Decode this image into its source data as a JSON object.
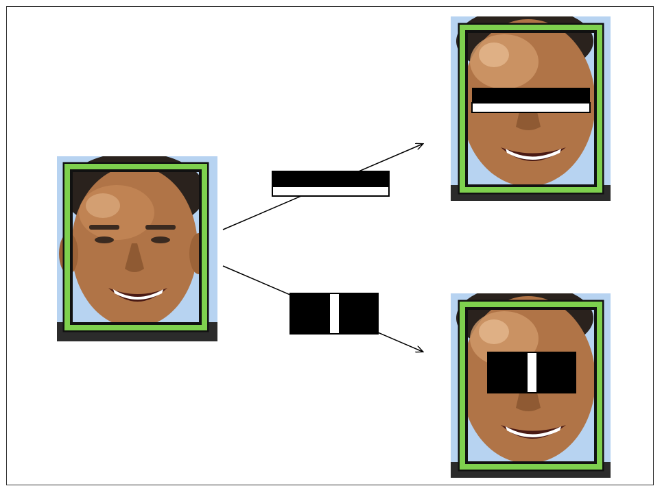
{
  "diagram": {
    "subjects": [
      {
        "role": "input-face",
        "description": ""
      },
      {
        "role": "output-face-horizontal-feature"
      },
      {
        "role": "output-face-vertical-feature"
      }
    ],
    "features": [
      {
        "name": "edge-feature",
        "orientation": "horizontal",
        "bands": [
          "black",
          "white"
        ]
      },
      {
        "name": "line-feature",
        "orientation": "vertical",
        "bands": [
          "black",
          "white",
          "black"
        ]
      }
    ],
    "colors": {
      "background": "#ffffff",
      "photo_bg": "#b7d3f1",
      "detection_box_green": "#7ed04e",
      "detection_box_outline": "#111111",
      "skin": "#b07447",
      "skin_light": "#d19a6a",
      "hair": "#2a221d",
      "feature_black": "#000000",
      "feature_white": "#ffffff",
      "arrow": "#000000"
    }
  }
}
